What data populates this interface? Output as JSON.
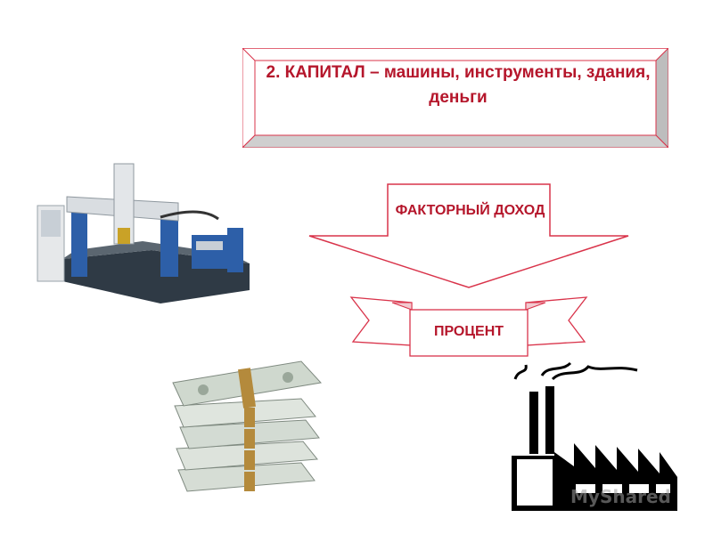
{
  "slide": {
    "title": "2. КАПИТАЛ – машины, инструменты, здания, деньги",
    "arrow_label": "ФАКТОРНЫЙ ДОХОД",
    "ribbon_label": "ПРОЦЕНТ",
    "watermark": "MyShared"
  },
  "colors": {
    "accent": "#b5162b",
    "border": "#d9334a",
    "bevel": "#bdbdbd"
  },
  "images": {
    "machine": "cnc-gantry-machine-photo",
    "money": "dollar-banknote-stacks",
    "factory": "factory-silhouette-icon"
  }
}
